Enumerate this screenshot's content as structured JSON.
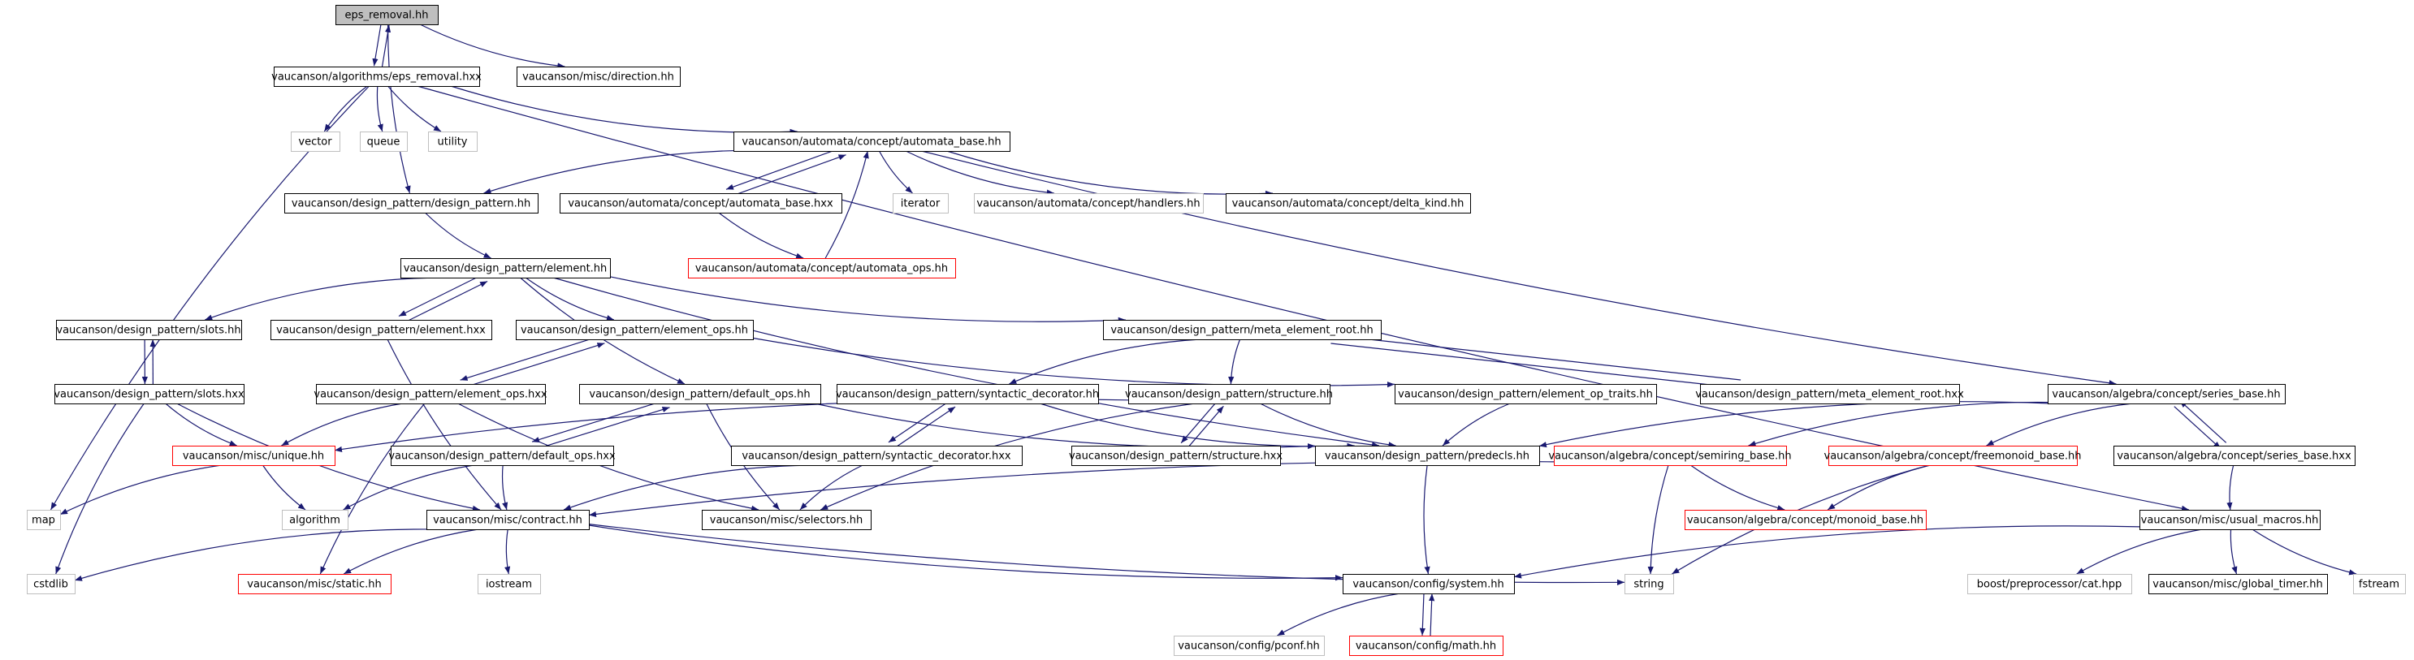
{
  "colors": {
    "edge": "#191970",
    "border_normal": "#000000",
    "border_system": "#bfbfbf",
    "border_red": "#ff0000",
    "root_fill": "#bfbfbf",
    "node_fill": "#ffffff",
    "text": "#000000"
  },
  "graph": {
    "nodes": [
      {
        "id": "eps_removal_hh",
        "label": "eps_removal.hh",
        "kind": "root"
      },
      {
        "id": "eps_removal_hxx",
        "label": "vaucanson/algorithms/eps_removal.hxx",
        "kind": "normal"
      },
      {
        "id": "direction_hh",
        "label": "vaucanson/misc/direction.hh",
        "kind": "normal"
      },
      {
        "id": "vector",
        "label": "vector",
        "kind": "system"
      },
      {
        "id": "queue",
        "label": "queue",
        "kind": "system"
      },
      {
        "id": "utility",
        "label": "utility",
        "kind": "system"
      },
      {
        "id": "automata_base_hh",
        "label": "vaucanson/automata/concept/automata_base.hh",
        "kind": "normal"
      },
      {
        "id": "design_pattern_hh",
        "label": "vaucanson/design_pattern/design_pattern.hh",
        "kind": "normal"
      },
      {
        "id": "automata_base_hxx",
        "label": "vaucanson/automata/concept/automata_base.hxx",
        "kind": "normal"
      },
      {
        "id": "iterator",
        "label": "iterator",
        "kind": "system"
      },
      {
        "id": "handlers_hh",
        "label": "vaucanson/automata/concept/handlers.hh",
        "kind": "system"
      },
      {
        "id": "delta_kind_hh",
        "label": "vaucanson/automata/concept/delta_kind.hh",
        "kind": "normal"
      },
      {
        "id": "automata_ops_hh",
        "label": "vaucanson/automata/concept/automata_ops.hh",
        "kind": "red"
      },
      {
        "id": "element_hh",
        "label": "vaucanson/design_pattern/element.hh",
        "kind": "normal"
      },
      {
        "id": "slots_hh",
        "label": "vaucanson/design_pattern/slots.hh",
        "kind": "normal"
      },
      {
        "id": "element_hxx",
        "label": "vaucanson/design_pattern/element.hxx",
        "kind": "normal"
      },
      {
        "id": "element_ops_hh",
        "label": "vaucanson/design_pattern/element_ops.hh",
        "kind": "normal"
      },
      {
        "id": "meta_element_root_hh",
        "label": "vaucanson/design_pattern/meta_element_root.hh",
        "kind": "normal"
      },
      {
        "id": "slots_hxx",
        "label": "vaucanson/design_pattern/slots.hxx",
        "kind": "normal"
      },
      {
        "id": "element_ops_hxx",
        "label": "vaucanson/design_pattern/element_ops.hxx",
        "kind": "normal"
      },
      {
        "id": "default_ops_hh",
        "label": "vaucanson/design_pattern/default_ops.hh",
        "kind": "normal"
      },
      {
        "id": "syntactic_decorator_hh",
        "label": "vaucanson/design_pattern/syntactic_decorator.hh",
        "kind": "normal"
      },
      {
        "id": "structure_hh",
        "label": "vaucanson/design_pattern/structure.hh",
        "kind": "normal"
      },
      {
        "id": "element_op_traits_hh",
        "label": "vaucanson/design_pattern/element_op_traits.hh",
        "kind": "normal"
      },
      {
        "id": "meta_element_root_hxx",
        "label": "vaucanson/design_pattern/meta_element_root.hxx",
        "kind": "normal"
      },
      {
        "id": "series_base_hh",
        "label": "vaucanson/algebra/concept/series_base.hh",
        "kind": "normal"
      },
      {
        "id": "unique_hh",
        "label": "vaucanson/misc/unique.hh",
        "kind": "red"
      },
      {
        "id": "default_ops_hxx",
        "label": "vaucanson/design_pattern/default_ops.hxx",
        "kind": "normal"
      },
      {
        "id": "syntactic_decorator_hxx",
        "label": "vaucanson/design_pattern/syntactic_decorator.hxx",
        "kind": "normal"
      },
      {
        "id": "structure_hxx",
        "label": "vaucanson/design_pattern/structure.hxx",
        "kind": "normal"
      },
      {
        "id": "predecls_hh",
        "label": "vaucanson/design_pattern/predecls.hh",
        "kind": "normal"
      },
      {
        "id": "semiring_base_hh",
        "label": "vaucanson/algebra/concept/semiring_base.hh",
        "kind": "red"
      },
      {
        "id": "freemonoid_base_hh",
        "label": "vaucanson/algebra/concept/freemonoid_base.hh",
        "kind": "red"
      },
      {
        "id": "series_base_hxx",
        "label": "vaucanson/algebra/concept/series_base.hxx",
        "kind": "normal"
      },
      {
        "id": "map",
        "label": "map",
        "kind": "system"
      },
      {
        "id": "algorithm",
        "label": "algorithm",
        "kind": "system"
      },
      {
        "id": "contract_hh",
        "label": "vaucanson/misc/contract.hh",
        "kind": "normal"
      },
      {
        "id": "selectors_hh",
        "label": "vaucanson/misc/selectors.hh",
        "kind": "normal"
      },
      {
        "id": "monoid_base_hh",
        "label": "vaucanson/algebra/concept/monoid_base.hh",
        "kind": "red"
      },
      {
        "id": "usual_macros_hh",
        "label": "vaucanson/misc/usual_macros.hh",
        "kind": "normal"
      },
      {
        "id": "cstdlib",
        "label": "cstdlib",
        "kind": "system"
      },
      {
        "id": "static_hh",
        "label": "vaucanson/misc/static.hh",
        "kind": "red"
      },
      {
        "id": "iostream",
        "label": "iostream",
        "kind": "system"
      },
      {
        "id": "system_hh",
        "label": "vaucanson/config/system.hh",
        "kind": "normal"
      },
      {
        "id": "string",
        "label": "string",
        "kind": "system"
      },
      {
        "id": "cat_hpp",
        "label": "boost/preprocessor/cat.hpp",
        "kind": "system"
      },
      {
        "id": "global_timer_hh",
        "label": "vaucanson/misc/global_timer.hh",
        "kind": "normal"
      },
      {
        "id": "fstream",
        "label": "fstream",
        "kind": "system"
      },
      {
        "id": "pconf_hh",
        "label": "vaucanson/config/pconf.hh",
        "kind": "system"
      },
      {
        "id": "math_hh",
        "label": "vaucanson/config/math.hh",
        "kind": "red"
      }
    ],
    "edges": [
      {
        "from": "eps_removal_hh",
        "to": "eps_removal_hxx"
      },
      {
        "from": "eps_removal_hh",
        "to": "direction_hh"
      },
      {
        "from": "eps_removal_hh",
        "to": "design_pattern_hh"
      },
      {
        "from": "eps_removal_hxx",
        "to": "eps_removal_hh"
      },
      {
        "from": "eps_removal_hxx",
        "to": "vector"
      },
      {
        "from": "eps_removal_hxx",
        "to": "queue"
      },
      {
        "from": "eps_removal_hxx",
        "to": "utility"
      },
      {
        "from": "eps_removal_hxx",
        "to": "map"
      },
      {
        "from": "eps_removal_hxx",
        "to": "automata_base_hh"
      },
      {
        "from": "eps_removal_hxx",
        "to": "usual_macros_hh"
      },
      {
        "from": "automata_base_hh",
        "to": "design_pattern_hh"
      },
      {
        "from": "automata_base_hh",
        "to": "automata_base_hxx"
      },
      {
        "from": "automata_base_hh",
        "to": "iterator"
      },
      {
        "from": "automata_base_hh",
        "to": "handlers_hh"
      },
      {
        "from": "automata_base_hh",
        "to": "delta_kind_hh"
      },
      {
        "from": "automata_base_hh",
        "to": "series_base_hh"
      },
      {
        "from": "automata_base_hxx",
        "to": "automata_base_hh"
      },
      {
        "from": "automata_base_hxx",
        "to": "automata_ops_hh"
      },
      {
        "from": "automata_ops_hh",
        "to": "automata_base_hh"
      },
      {
        "from": "design_pattern_hh",
        "to": "element_hh"
      },
      {
        "from": "element_hh",
        "to": "slots_hh"
      },
      {
        "from": "element_hh",
        "to": "element_hxx"
      },
      {
        "from": "element_hh",
        "to": "element_ops_hh"
      },
      {
        "from": "element_hh",
        "to": "default_ops_hh"
      },
      {
        "from": "element_hh",
        "to": "meta_element_root_hh"
      },
      {
        "from": "element_hh",
        "to": "predecls_hh"
      },
      {
        "from": "element_hxx",
        "to": "element_hh"
      },
      {
        "from": "element_hxx",
        "to": "contract_hh"
      },
      {
        "from": "slots_hh",
        "to": "slots_hxx"
      },
      {
        "from": "slots_hxx",
        "to": "slots_hh"
      },
      {
        "from": "slots_hxx",
        "to": "unique_hh"
      },
      {
        "from": "slots_hxx",
        "to": "contract_hh"
      },
      {
        "from": "slots_hxx",
        "to": "cstdlib"
      },
      {
        "from": "element_ops_hh",
        "to": "element_ops_hxx"
      },
      {
        "from": "element_ops_hh",
        "to": "element_op_traits_hh"
      },
      {
        "from": "element_ops_hxx",
        "to": "element_ops_hh"
      },
      {
        "from": "element_ops_hxx",
        "to": "unique_hh"
      },
      {
        "from": "element_ops_hxx",
        "to": "selectors_hh"
      },
      {
        "from": "element_ops_hxx",
        "to": "static_hh"
      },
      {
        "from": "meta_element_root_hh",
        "to": "syntactic_decorator_hh"
      },
      {
        "from": "meta_element_root_hh",
        "to": "structure_hh"
      },
      {
        "from": "meta_element_root_hh",
        "to": "meta_element_root_hxx"
      },
      {
        "from": "meta_element_root_hxx",
        "to": "meta_element_root_hh"
      },
      {
        "from": "default_ops_hh",
        "to": "default_ops_hxx"
      },
      {
        "from": "default_ops_hh",
        "to": "selectors_hh"
      },
      {
        "from": "default_ops_hh",
        "to": "predecls_hh"
      },
      {
        "from": "default_ops_hxx",
        "to": "default_ops_hh"
      },
      {
        "from": "default_ops_hxx",
        "to": "contract_hh"
      },
      {
        "from": "default_ops_hxx",
        "to": "algorithm"
      },
      {
        "from": "syntactic_decorator_hh",
        "to": "syntactic_decorator_hxx"
      },
      {
        "from": "syntactic_decorator_hh",
        "to": "predecls_hh"
      },
      {
        "from": "syntactic_decorator_hxx",
        "to": "syntactic_decorator_hh"
      },
      {
        "from": "syntactic_decorator_hxx",
        "to": "contract_hh"
      },
      {
        "from": "syntactic_decorator_hxx",
        "to": "selectors_hh"
      },
      {
        "from": "structure_hh",
        "to": "structure_hxx"
      },
      {
        "from": "structure_hh",
        "to": "predecls_hh"
      },
      {
        "from": "structure_hh",
        "to": "unique_hh"
      },
      {
        "from": "structure_hh",
        "to": "selectors_hh"
      },
      {
        "from": "structure_hxx",
        "to": "structure_hh"
      },
      {
        "from": "element_op_traits_hh",
        "to": "predecls_hh"
      },
      {
        "from": "series_base_hh",
        "to": "predecls_hh"
      },
      {
        "from": "series_base_hh",
        "to": "semiring_base_hh"
      },
      {
        "from": "series_base_hh",
        "to": "freemonoid_base_hh"
      },
      {
        "from": "series_base_hh",
        "to": "series_base_hxx"
      },
      {
        "from": "series_base_hxx",
        "to": "series_base_hh"
      },
      {
        "from": "series_base_hxx",
        "to": "usual_macros_hh"
      },
      {
        "from": "unique_hh",
        "to": "map"
      },
      {
        "from": "unique_hh",
        "to": "algorithm"
      },
      {
        "from": "predecls_hh",
        "to": "system_hh"
      },
      {
        "from": "semiring_base_hh",
        "to": "monoid_base_hh"
      },
      {
        "from": "semiring_base_hh",
        "to": "string"
      },
      {
        "from": "semiring_base_hh",
        "to": "contract_hh"
      },
      {
        "from": "freemonoid_base_hh",
        "to": "monoid_base_hh"
      },
      {
        "from": "freemonoid_base_hh",
        "to": "string"
      },
      {
        "from": "contract_hh",
        "to": "cstdlib"
      },
      {
        "from": "contract_hh",
        "to": "static_hh"
      },
      {
        "from": "contract_hh",
        "to": "iostream"
      },
      {
        "from": "contract_hh",
        "to": "system_hh"
      },
      {
        "from": "contract_hh",
        "to": "string"
      },
      {
        "from": "usual_macros_hh",
        "to": "system_hh"
      },
      {
        "from": "usual_macros_hh",
        "to": "cat_hpp"
      },
      {
        "from": "usual_macros_hh",
        "to": "global_timer_hh"
      },
      {
        "from": "usual_macros_hh",
        "to": "fstream"
      },
      {
        "from": "system_hh",
        "to": "pconf_hh"
      },
      {
        "from": "system_hh",
        "to": "math_hh"
      },
      {
        "from": "math_hh",
        "to": "system_hh"
      }
    ]
  }
}
